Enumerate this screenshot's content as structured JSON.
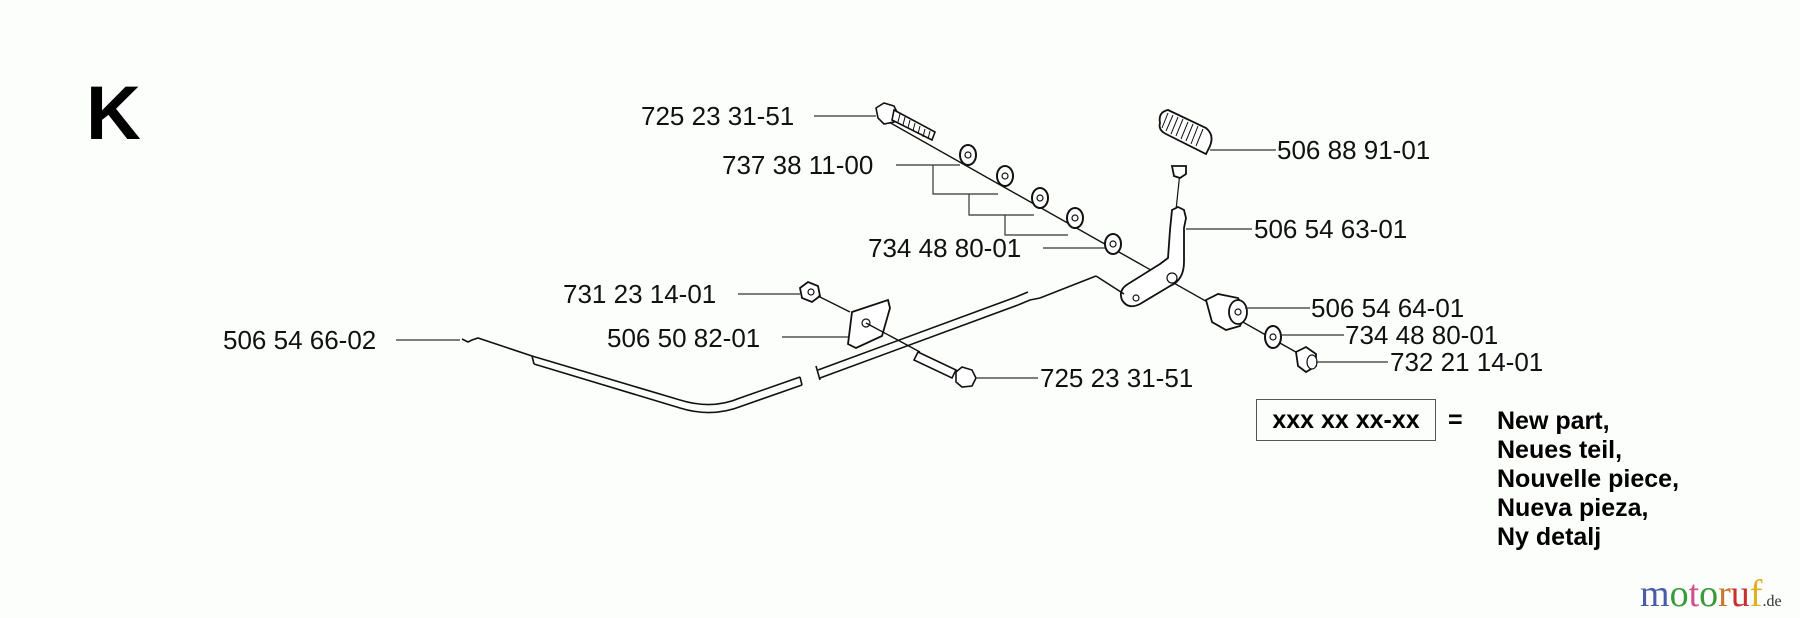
{
  "diagram": {
    "section_letter": "K",
    "parts": [
      {
        "id": "p1",
        "number": "725 23 31-51",
        "component": "bolt"
      },
      {
        "id": "p2",
        "number": "737 38 11-00",
        "component": "washers"
      },
      {
        "id": "p3",
        "number": "734 48 80-01",
        "component": "washer"
      },
      {
        "id": "p4",
        "number": "506 88 91-01",
        "component": "knob"
      },
      {
        "id": "p5",
        "number": "506 54 63-01",
        "component": "lever"
      },
      {
        "id": "p6",
        "number": "506 54 64-01",
        "component": "spacer"
      },
      {
        "id": "p7",
        "number": "734 48 80-01",
        "component": "washer"
      },
      {
        "id": "p8",
        "number": "732 21 14-01",
        "component": "nut"
      },
      {
        "id": "p9",
        "number": "731 23 14-01",
        "component": "nut"
      },
      {
        "id": "p10",
        "number": "506 50 82-01",
        "component": "bracket"
      },
      {
        "id": "p11",
        "number": "506 54 66-02",
        "component": "cable"
      },
      {
        "id": "p12",
        "number": "725 23 31-51",
        "component": "bolt"
      }
    ]
  },
  "legend": {
    "placeholder": "xxx xx xx-xx",
    "equals": "=",
    "lines": [
      "New part,",
      "Neues teil,",
      "Nouvelle piece,",
      "Nueva pieza,",
      "Ny detalj"
    ]
  },
  "watermark": {
    "letters": [
      {
        "ch": "m",
        "color": "#4a5ca8"
      },
      {
        "ch": "o",
        "color": "#3a9a3a"
      },
      {
        "ch": "t",
        "color": "#d0508c"
      },
      {
        "ch": "o",
        "color": "#3a9a3a"
      },
      {
        "ch": "r",
        "color": "#c8782c"
      },
      {
        "ch": "u",
        "color": "#c83030"
      },
      {
        "ch": "f",
        "color": "#e0b020"
      }
    ],
    "suffix": ".de"
  }
}
